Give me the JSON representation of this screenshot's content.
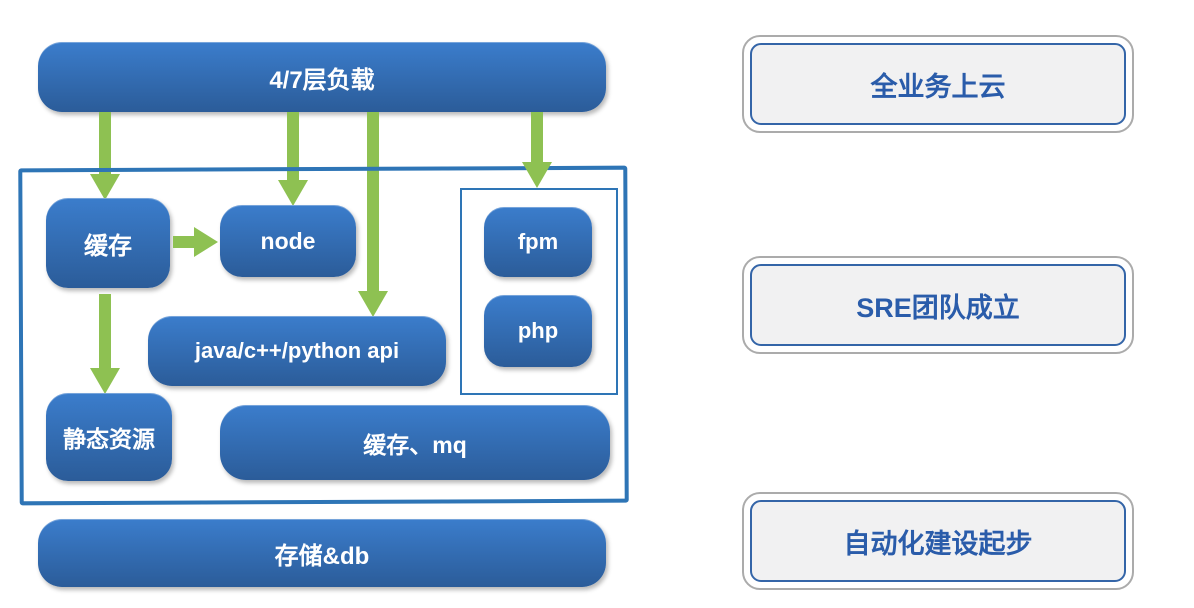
{
  "colors": {
    "box-blue-top": "#3b7dcc",
    "box-blue-bottom": "#2b5c99",
    "arrow-green": "#8ec152",
    "container-border": "#2e75b6",
    "milestone-fill": "#f1f1f2",
    "milestone-border": "#3465a8",
    "milestone-outer-border": "#ababab",
    "milestone-text": "#2a5caa"
  },
  "architecture": {
    "load_balancer": "4/7层负载",
    "cache": "缓存",
    "node": "node",
    "fpm": "fpm",
    "php": "php",
    "api": "java/c++/python api",
    "static_resources": "静态资源",
    "cache_mq": "缓存、mq",
    "storage_db": "存储&db"
  },
  "milestones": [
    {
      "label": "全业务上云"
    },
    {
      "label": "SRE团队成立"
    },
    {
      "label": "自动化建设起步"
    }
  ]
}
